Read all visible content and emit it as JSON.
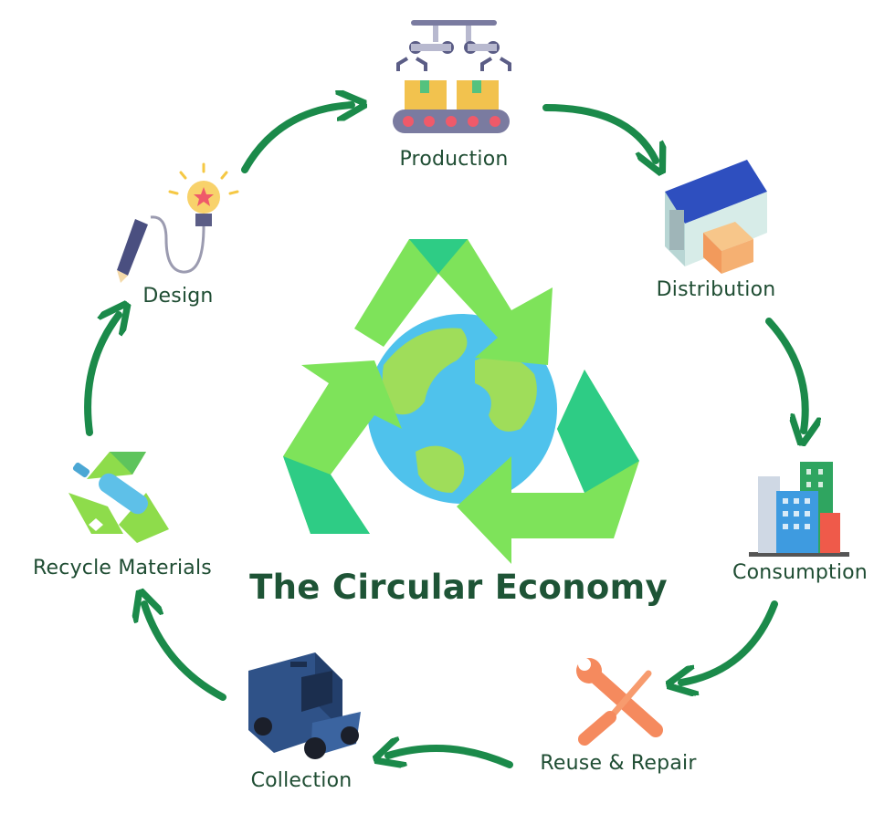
{
  "title": "The Circular Economy",
  "colors": {
    "arrow": "#1b8a4a",
    "label": "#1f4d33",
    "title": "#1e5436",
    "recycle_light": "#7ee35a",
    "recycle_dark": "#2ecc85",
    "ocean": "#4fc2ec",
    "land": "#9fdd5a"
  },
  "stages": [
    {
      "id": "production",
      "label": "Production",
      "icon": "factory-robot-arms-icon"
    },
    {
      "id": "distribution",
      "label": "Distribution",
      "icon": "warehouse-icon"
    },
    {
      "id": "consumption",
      "label": "Consumption",
      "icon": "city-buildings-icon"
    },
    {
      "id": "reuse",
      "label": "Reuse & Repair",
      "icon": "wrench-screwdriver-icon"
    },
    {
      "id": "collection",
      "label": "Collection",
      "icon": "truck-icon"
    },
    {
      "id": "recycle",
      "label": "Recycle Materials",
      "icon": "recycle-bottle-icon"
    },
    {
      "id": "design",
      "label": "Design",
      "icon": "lightbulb-pencil-icon"
    }
  ]
}
